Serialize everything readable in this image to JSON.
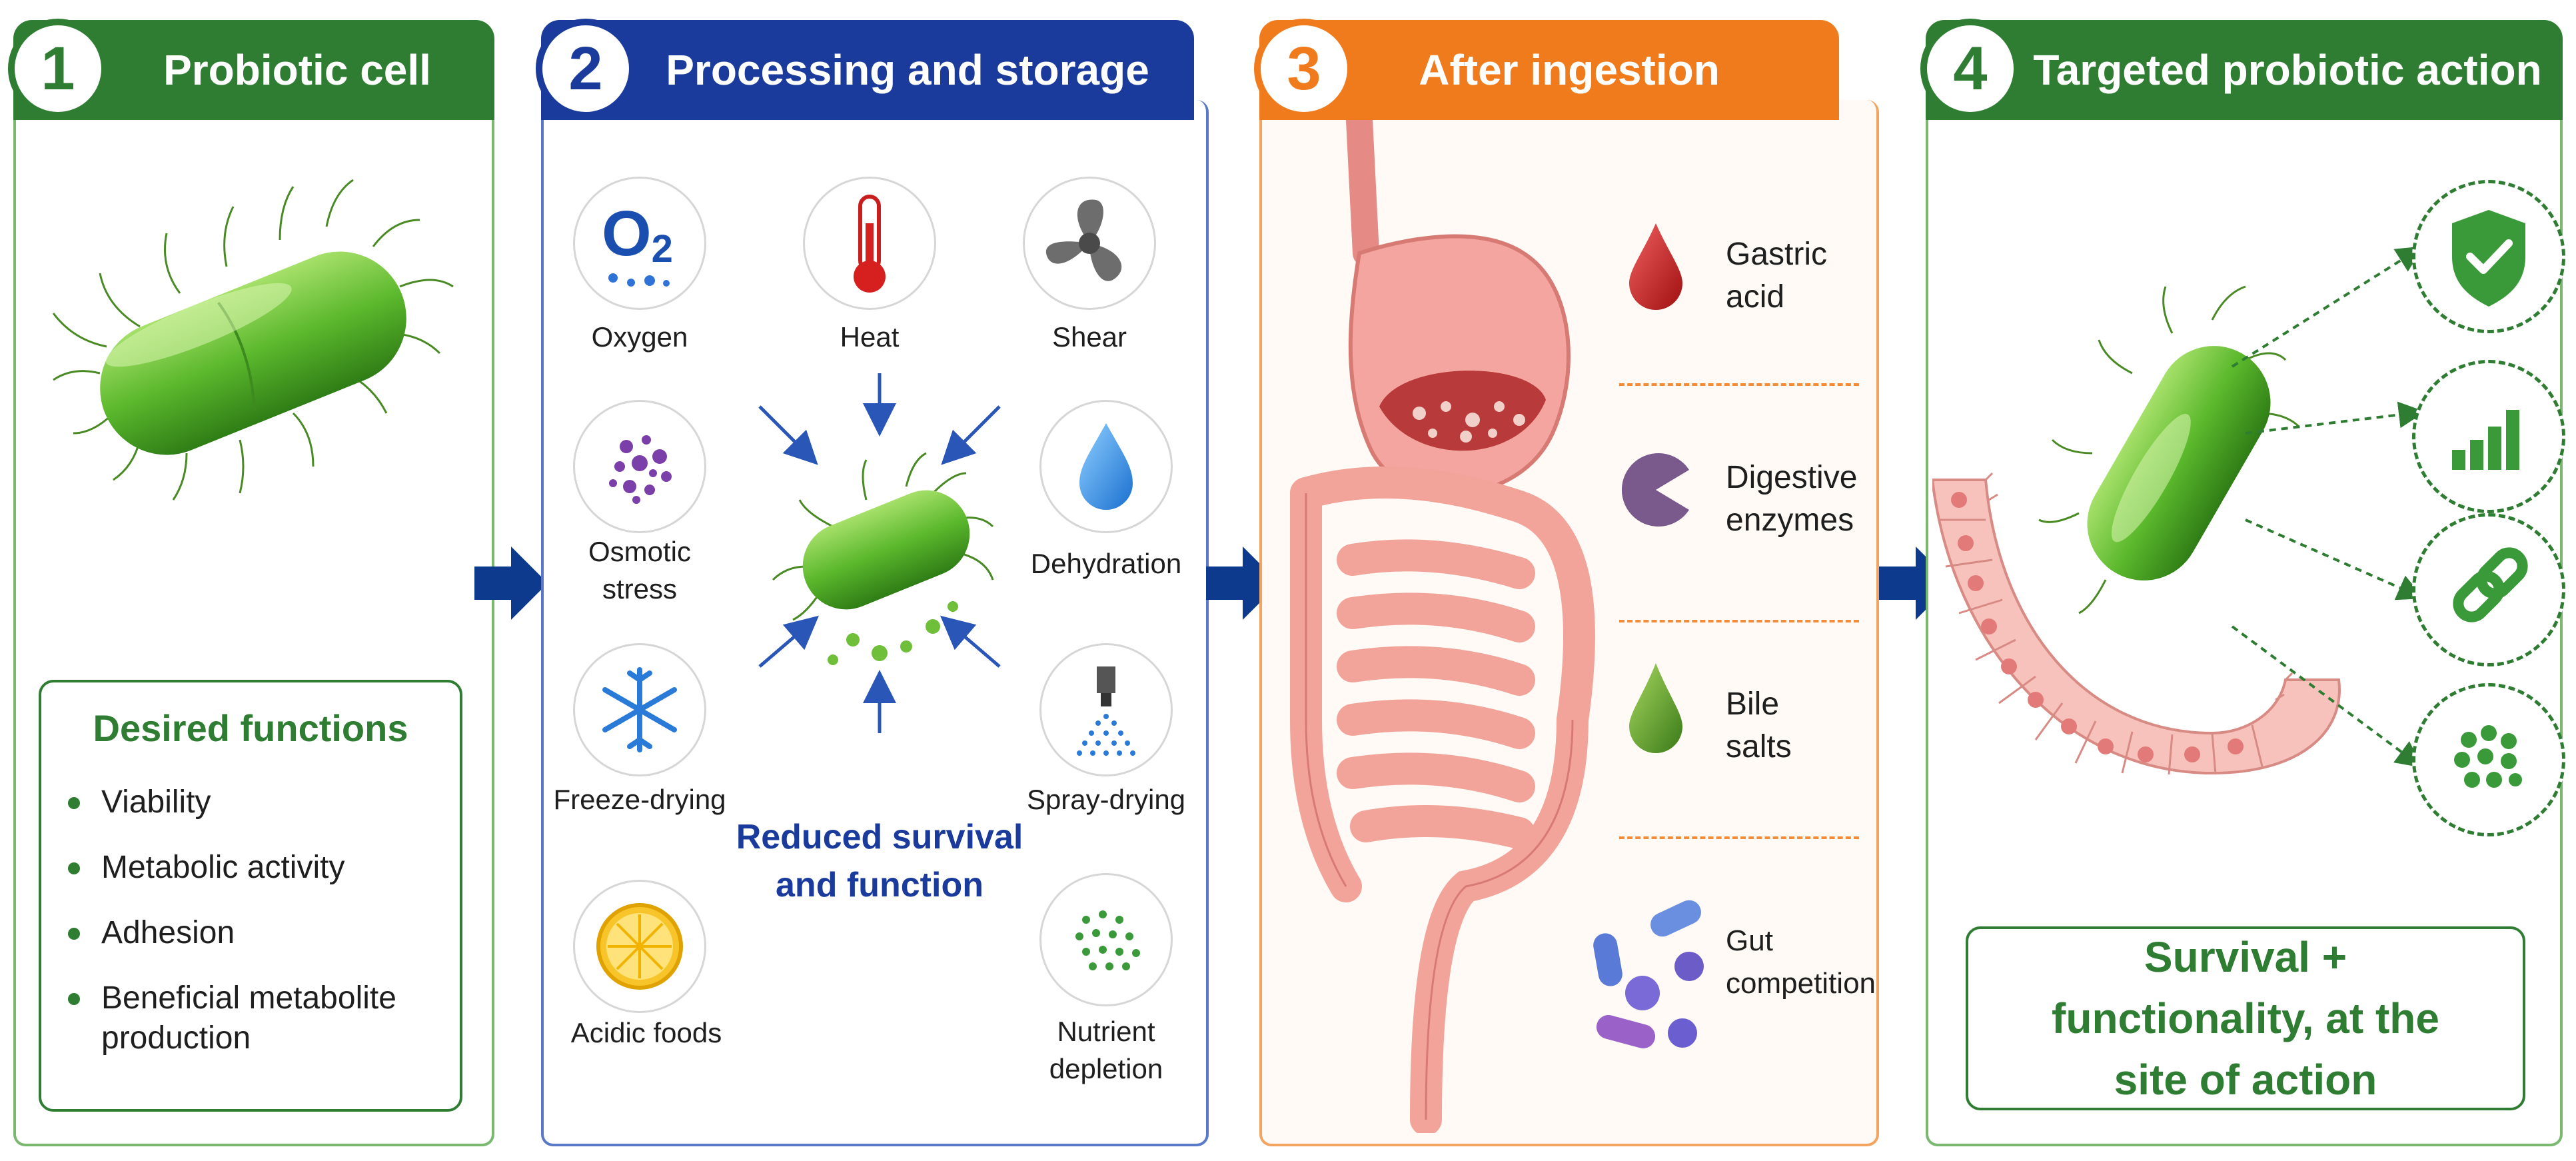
{
  "steps": [
    {
      "number": "1",
      "title": "Probiotic cell"
    },
    {
      "number": "2",
      "title": "Processing and storage"
    },
    {
      "number": "3",
      "title": "After ingestion"
    },
    {
      "number": "4",
      "title": "Targeted probiotic action"
    }
  ],
  "panel1": {
    "box_title": "Desired functions",
    "functions": [
      "Viability",
      "Metabolic activity",
      "Adhesion",
      "Beneficial metabolite production"
    ]
  },
  "panel2": {
    "oxygen_symbol": "O",
    "oxygen_subscript": "2",
    "stressors": {
      "oxygen": "Oxygen",
      "heat": "Heat",
      "shear": "Shear",
      "osmotic": "Osmotic stress",
      "dehydration": "Dehydration",
      "freeze": "Freeze-drying",
      "spray": "Spray-drying",
      "acidic": "Acidic foods",
      "nutrient": "Nutrient depletion"
    },
    "center_text": "Reduced survival and function"
  },
  "panel3": {
    "challenges": {
      "gastric": "Gastric acid",
      "enzymes": "Digestive enzymes",
      "bile": "Bile salts",
      "gut": "Gut competition"
    }
  },
  "panel4": {
    "result": "Survival + functionality, at the site of action"
  },
  "colors": {
    "green": "#2e7d32",
    "blue": "#1a3a9c",
    "orange": "#f07b1c",
    "dark_blue_arrow": "#0d3a8c"
  }
}
